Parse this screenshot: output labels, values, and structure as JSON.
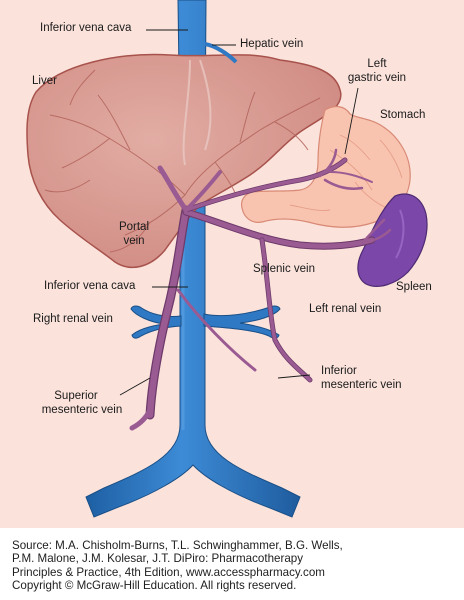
{
  "diagram": {
    "labels": {
      "ivc_top": "Inferior vena cava",
      "hepatic_vein": "Hepatic vein",
      "liver": "Liver",
      "left_gastric_vein_1": "Left",
      "left_gastric_vein_2": "gastric vein",
      "stomach": "Stomach",
      "portal_vein_1": "Portal",
      "portal_vein_2": "vein",
      "splenic_vein": "Splenic vein",
      "spleen": "Spleen",
      "ivc_mid": "Inferior vena cava",
      "right_renal_vein": "Right renal vein",
      "left_renal_vein": "Left renal vein",
      "inferior_mesenteric_vein_1": "Inferior",
      "inferior_mesenteric_vein_2": "mesenteric vein",
      "superior_mesenteric_vein_1": "Superior",
      "superior_mesenteric_vein_2": "mesenteric vein"
    },
    "colors": {
      "background": "#fbe3dc",
      "liver": "#d99c94",
      "liver_outline": "#a8524c",
      "ivc": "#2f78c4",
      "portal_veins": "#9a5a92",
      "stomach": "#f8c4b0",
      "spleen": "#7b47a8"
    }
  },
  "caption": {
    "line1": "Source: M.A. Chisholm-Burns, T.L. Schwinghammer, B.G. Wells,",
    "line2": "P.M. Malone, J.M. Kolesar, J.T. DiPiro: Pharmacotherapy",
    "line3": "Principles & Practice, 4th Edition, www.accesspharmacy.com",
    "line4": "Copyright © McGraw-Hill Education. All rights reserved."
  }
}
